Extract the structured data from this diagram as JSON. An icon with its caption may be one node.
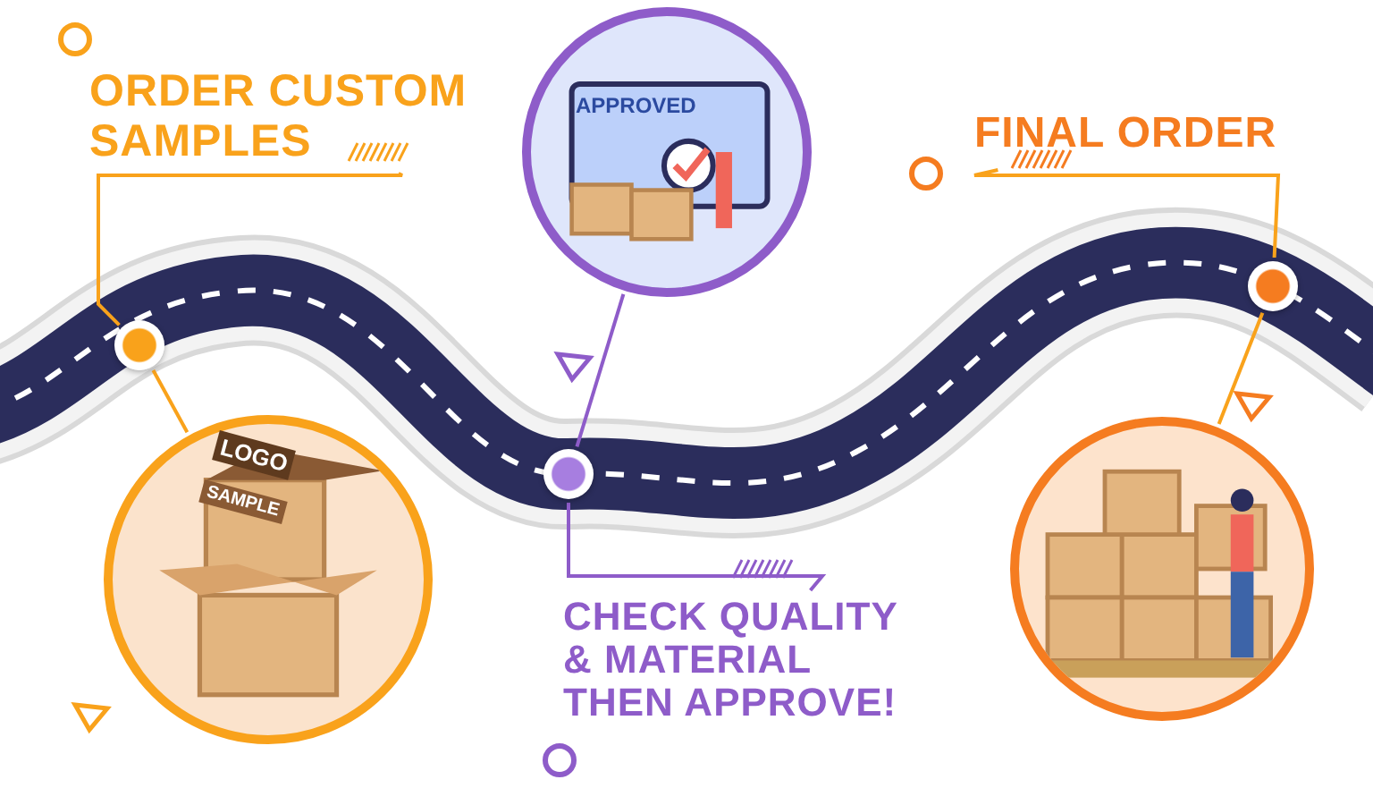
{
  "diagram": {
    "nodes": [
      {
        "text": [
          "ORDER CUSTOM SAMPLES"
        ]
      },
      {
        "text": [],
        "shape": "picture"
      },
      {
        "text": [
          "FINAL ORDER"
        ]
      },
      {
        "text": [],
        "shape": "circle"
      },
      {
        "text": [],
        "shape": "circle"
      },
      {
        "text": [],
        "shape": "circle"
      },
      {
        "text": [],
        "shape": "picture"
      },
      {
        "text": [],
        "shape": "picture"
      },
      {
        "text": [
          "CHECK QUALITY & MATERIAL THEN APPROVE!"
        ]
      }
    ],
    "edges": [
      {
        "from": 0,
        "to": 3,
        "arrow": "none"
      },
      {
        "from": 3,
        "to": 6,
        "arrow": "none"
      },
      {
        "from": 4,
        "to": 1,
        "arrow": "none",
        "color": "#8e5cc9"
      },
      {
        "from": 4,
        "to": 8,
        "arrow": "none",
        "color": "#8e5cc9"
      },
      {
        "from": 2,
        "to": 5,
        "arrow": "none"
      },
      {
        "from": 5,
        "to": 7,
        "arrow": "none"
      }
    ],
    "labels": [
      "APPROVED",
      "SAMPLE",
      "LOGO"
    ]
  }
}
